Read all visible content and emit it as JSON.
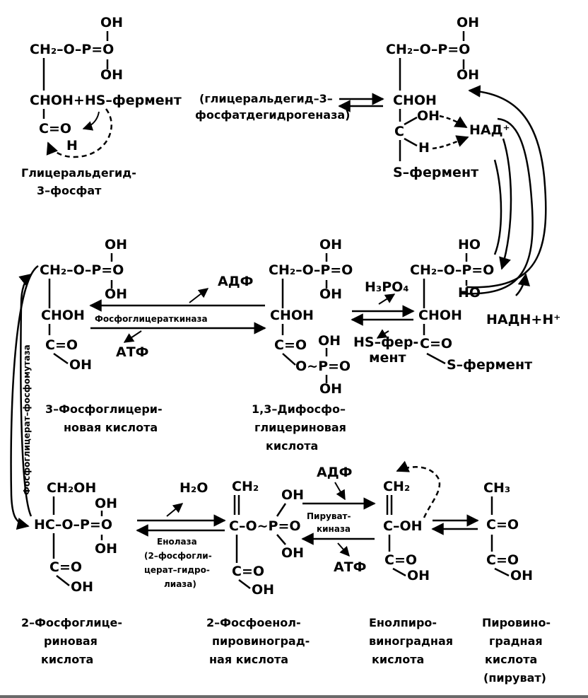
{
  "top_left": {
    "f1": "CH₂–O–P=O",
    "oh_up": "OH",
    "oh_dn": "OH",
    "chohplus": "CHOH+HS–фермент",
    "c_o": "C=O",
    "h": "H",
    "name1": "Глицеральдегид-",
    "name2": "3–фосфат"
  },
  "enzyme_top": {
    "line1": "(глицеральдегид–3–",
    "line2": "фосфатдегидрогеназа)"
  },
  "top_right": {
    "f1": "CH₂–O–P=O",
    "oh_up": "OH",
    "oh_dn": "OH",
    "choh": "CHOH",
    "oh": "OH",
    "c": "C",
    "h": "H",
    "sferment": "S–фермент",
    "nad": "НАД⁺"
  },
  "mid_right": {
    "ho_up": "HO",
    "f1": "CH₂–O–P=O",
    "ho_dn": "HO",
    "choh": "CHOH",
    "c_o": "C=O",
    "sferment": "S–фермент",
    "nadh": "НАДН+Н⁺"
  },
  "mid_center": {
    "oh_up": "OH",
    "f1": "CH₂–O–P=O",
    "oh_dn": "OH",
    "choh": "CHOH",
    "c_o": "C=O",
    "oh2": "OH",
    "o_p": "O~P=O",
    "oh3": "OH",
    "name1": "1,3–Дифосфо–",
    "name2": "глицериновая",
    "name3": "кислота",
    "h3po4": "H₃PO₄",
    "hsferm1": "HS–фер-",
    "hsferm2": "мент"
  },
  "mid_left": {
    "oh_up": "OH",
    "f1": "CH₂–O–P=O",
    "oh_dn": "OH",
    "choh": "CHOH",
    "c_o": "C=O",
    "oh": "OH",
    "name1": "3–Фосфоглицери-",
    "name2": "новая кислота",
    "adf": "АДФ",
    "atf": "АТФ",
    "kinase": "Фосфоглицераткиназа"
  },
  "mutase": "Фосфоглицерат–фосфомутаза",
  "bottom_1": {
    "ch2oh": "CH₂OH",
    "oh_up": "OH",
    "f1": "HC–O–P=O",
    "oh_dn": "OH",
    "c_o": "C=O",
    "oh": "OH",
    "name1": "2–Фосфоглице-",
    "name2": "риновая",
    "name3": "кислота"
  },
  "enolase": {
    "h2o": "H₂O",
    "l1": "Енолаза",
    "l2": "(2–фосфогли-",
    "l3": "церат–гидро-",
    "l4": "лиаза)"
  },
  "bottom_2": {
    "ch2": "CH₂",
    "oh_up": "OH",
    "f1": "C–O~P=O",
    "oh_dn": "OH",
    "c_o": "C=O",
    "oh": "OH",
    "name1": "2–Фосфоенол-",
    "name2": "пировиноград-",
    "name3": "ная кислота"
  },
  "pk": {
    "adf": "АДФ",
    "atf": "АТФ",
    "l1": "Пируват-",
    "l2": "киназа"
  },
  "bottom_3": {
    "ch2": "CH₂",
    "c_oh": "C–OH",
    "c_o": "C=O",
    "oh": "OH",
    "name1": "Енолпиро-",
    "name2": "виноградная",
    "name3": "кислота"
  },
  "bottom_4": {
    "ch3": "CH₃",
    "c_o1": "C=O",
    "c_o2": "C=O",
    "oh": "OH",
    "name1": "Пировино-",
    "name2": "градная",
    "name3": "кислота",
    "name4": "(пируват)"
  }
}
